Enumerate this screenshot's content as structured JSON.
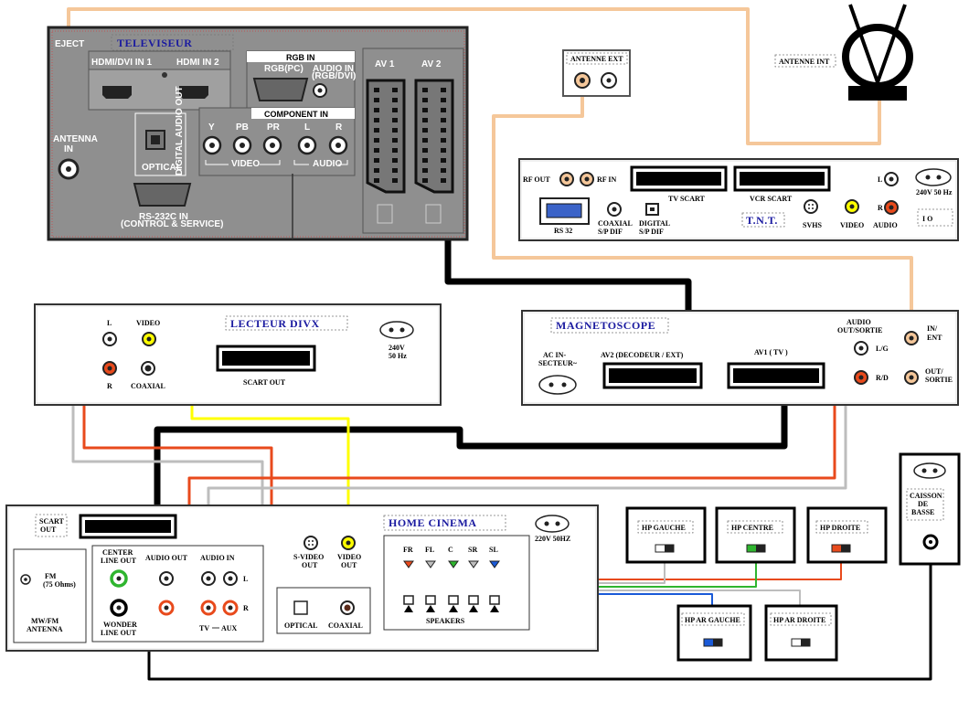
{
  "colors": {
    "black_cable": "#000000",
    "orange_cable": "#f5c79a",
    "red_cable": "#e84a1c",
    "white_cable": "#bdbdbd",
    "yellow_cable": "#ffff00",
    "green_cable": "#2fb52f",
    "blue_cable": "#1a5ad8",
    "tv_panel": "#8f8f8f",
    "title_blue": "#1a1aa0"
  },
  "tv": {
    "eject": "EJECT",
    "title": "TELEVISEUR",
    "hdmi1": "HDMI/DVI IN 1",
    "hdmi2": "HDMI IN 2",
    "rgb_in": "RGB IN",
    "rgb_pc": "RGB(PC)",
    "audio_in": "AUDIO IN",
    "audio_in_sub": "(RGB/DVI)",
    "component_in": "COMPONENT IN",
    "y": "Y",
    "pb": "PB",
    "pr": "PR",
    "l": "L",
    "r": "R",
    "video": "VIDEO",
    "audio": "AUDIO",
    "antenna": "ANTENNA",
    "antenna_in": "IN",
    "optical": "OPTICAL",
    "digital_audio_out": "DIGITAL AUDIO OUT",
    "rs232": "RS-232C IN",
    "rs232_sub": "(CONTROL & SERVICE)",
    "av1": "AV 1",
    "av2": "AV 2"
  },
  "antenne_ext": {
    "label": "ANTENNE EXT"
  },
  "antenne_int": {
    "label": "ANTENNE INT"
  },
  "tnt": {
    "title": "T.N.T.",
    "rf_out": "RF OUT",
    "rf_in": "RF IN",
    "tv_scart": "TV SCART",
    "vcr_scart": "VCR SCART",
    "rs32": "RS 32",
    "coaxial": "COAXIAL",
    "spdif1": "S/P DIF",
    "digital": "DIGITAL",
    "spdif2": "S/P DIF",
    "svhs": "SVHS",
    "video": "VIDEO",
    "audio": "AUDIO",
    "l": "L",
    "r": "R",
    "power": "240V 50 Hz",
    "switch": "I  O"
  },
  "divx": {
    "title": "LECTEUR DIVX",
    "l": "L",
    "video": "VIDEO",
    "r": "R",
    "coaxial": "COAXIAL",
    "scart_out": "SCART OUT",
    "power1": "240V",
    "power2": "50 Hz"
  },
  "vcr": {
    "title": "MAGNETOSCOPE",
    "ac1": "AC IN-",
    "ac2": "SECTEUR~",
    "av2": "AV2 (DECODEUR / EXT)",
    "av1": "AV1  ( TV )",
    "audio1": "AUDIO",
    "audio2": "OUT/SORTIE",
    "lg": "L/G",
    "rd": "R/D",
    "in1": "IN/",
    "in2": "ENT",
    "out1": "OUT/",
    "out2": "SORTIE"
  },
  "hc": {
    "title": "HOME CINEMA",
    "scart1": "SCART",
    "scart2": "OUT",
    "fm1": "FM",
    "fm2": "(75 Ohms)",
    "mwfm1": "MW/FM",
    "mwfm2": "ANTENNA",
    "center1": "CENTER",
    "center2": "LINE OUT",
    "audio_out": "AUDIO OUT",
    "audio_in": "AUDIO IN",
    "wonder1": "WONDER",
    "wonder2": "LINE OUT",
    "tv": "TV",
    "aux": "AUX",
    "l": "L",
    "r": "R",
    "svideo1": "S-VIDEO",
    "svideo2": "OUT",
    "video1": "VIDEO",
    "video2": "OUT",
    "optical": "OPTICAL",
    "coaxial": "COAXIAL",
    "power": "220V 50HZ",
    "speakers": "SPEAKERS",
    "spk": [
      "FR",
      "FL",
      "C",
      "SR",
      "SL"
    ]
  },
  "speakers": {
    "hp_gauche": "HP GAUCHE",
    "hp_centre": "HP CENTRE",
    "hp_droite": "HP DROITE",
    "hp_ar_gauche": "HP AR GAUCHE",
    "hp_ar_droite": "HP AR DROITE",
    "caisson1": "CAISSON",
    "caisson2": "DE",
    "caisson3": "BASSE"
  }
}
